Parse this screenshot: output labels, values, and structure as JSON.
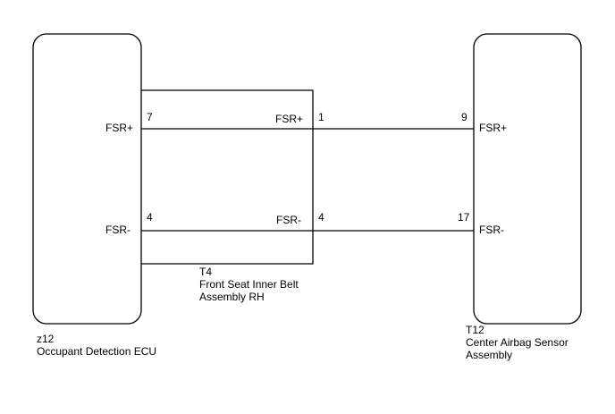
{
  "components": {
    "left": {
      "code": "z12",
      "name": "Occupant Detection ECU",
      "pin_top_label": "FSR+",
      "pin_top_number": "7",
      "pin_bottom_label": "FSR-",
      "pin_bottom_number": "4"
    },
    "middle": {
      "code": "T4",
      "name_line1": "Front Seat Inner Belt",
      "name_line2": "Assembly RH",
      "pin_top_label": "FSR+",
      "pin_top_number": "1",
      "pin_bottom_label": "FSR-",
      "pin_bottom_number": "4"
    },
    "right": {
      "code": "T12",
      "name_line1": "Center Airbag Sensor",
      "name_line2": "Assembly",
      "pin_top_label": "FSR+",
      "pin_top_number": "9",
      "pin_bottom_label": "FSR-",
      "pin_bottom_number": "17"
    }
  },
  "colors": {
    "line": "#000000",
    "background": "#ffffff"
  }
}
